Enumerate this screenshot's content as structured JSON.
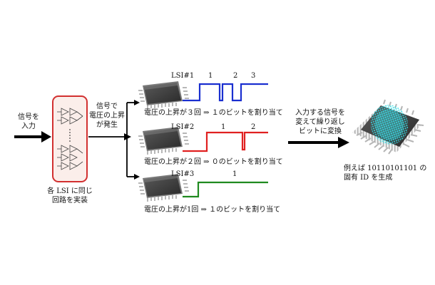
{
  "input_label": [
    "信号を",
    "入力"
  ],
  "circuit": {
    "caption": [
      "各 LSI に同じ",
      "回路を実装"
    ]
  },
  "voltage_label": [
    "信号で",
    "電圧の上昇",
    "が発生"
  ],
  "lsis": [
    {
      "name": "LSI#1",
      "pulse_labels": [
        "1",
        "2",
        "3"
      ],
      "color": "#1a2fd0",
      "caption": "電圧の上昇が３回 ⇒ １のビットを割り当て"
    },
    {
      "name": "LSI#2",
      "pulse_labels": [
        "1",
        "2"
      ],
      "color": "#e02020",
      "caption": "電圧の上昇が２回 ⇒ ０のビットを割り当て"
    },
    {
      "name": "LSI#3",
      "pulse_labels": [
        "1"
      ],
      "color": "#1f8a1f",
      "caption": "電圧の上昇が1回 ⇒ １のビットを割り当て"
    }
  ],
  "repeat_label": [
    "入力する信号を",
    "変えて繰り返し",
    "ビットに変換"
  ],
  "result_label": [
    "例えば 10110101101 の",
    "固有 ID を生成"
  ]
}
